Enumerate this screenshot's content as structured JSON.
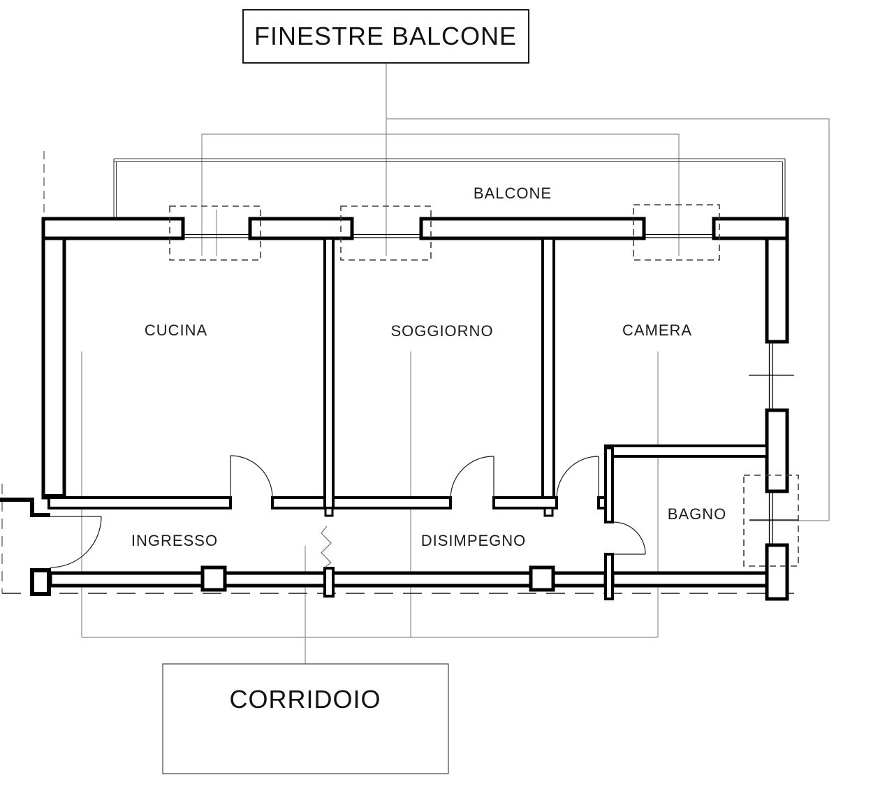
{
  "diagram": {
    "type": "architectural-floor-plan",
    "language": "it",
    "callouts": {
      "finestre_balcone": "FINESTRE BALCONE",
      "corridoio": "CORRIDOIO"
    },
    "rooms": [
      {
        "id": "balcone",
        "label": "BALCONE"
      },
      {
        "id": "cucina",
        "label": "CUCINA"
      },
      {
        "id": "soggiorno",
        "label": "SOGGIORNO"
      },
      {
        "id": "camera",
        "label": "CAMERA"
      },
      {
        "id": "bagno",
        "label": "BAGNO"
      },
      {
        "id": "ingresso",
        "label": "INGRESSO"
      },
      {
        "id": "disimpegno",
        "label": "DISIMPEGNO"
      }
    ],
    "counts": {
      "windows_marked": 4,
      "doors": 5
    },
    "colors": {
      "wall": "#000000",
      "leader_line": "#8c8c8c",
      "dashed_marker": "#3d3d3d",
      "background": "#ffffff"
    }
  }
}
